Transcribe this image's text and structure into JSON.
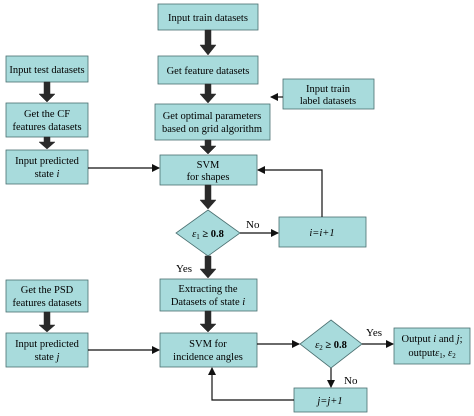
{
  "nodes": {
    "input_train": "Input train datasets",
    "get_feature": "Get feature datasets",
    "input_label": [
      "Input train",
      "label datasets"
    ],
    "input_test": "Input test datasets",
    "get_cf": [
      "Get the CF",
      "features datasets"
    ],
    "get_optimal": [
      "Get optimal parameters",
      "based on grid algorithm"
    ],
    "input_pred_i": "Input predicted",
    "input_pred_i_var": "state ",
    "input_pred_i_sym": "i",
    "svm_shapes": [
      "SVM",
      "for shapes"
    ],
    "cond1_sym": "ε",
    "cond1_sub": "1",
    "cond1_rest": " ≥ 0.8",
    "incr_i": "i=i+1",
    "get_psd": [
      "Get the PSD",
      "features datasets"
    ],
    "extract": [
      "Extracting the",
      "Datasets of state "
    ],
    "extract_sym": "i",
    "input_pred_j": "Input predicted",
    "input_pred_j_var": "state ",
    "input_pred_j_sym": "j",
    "svm_angles": [
      "SVM for",
      "incidence angles"
    ],
    "cond2_sym": "ε",
    "cond2_sub": "2",
    "cond2_rest": " ≥ 0.8",
    "incr_j": "j=j+1",
    "output": [
      "Output ",
      "i",
      " and ",
      "j",
      ";"
    ],
    "output2": [
      "output",
      "ε",
      "1",
      ",  ",
      "ε",
      "2"
    ]
  },
  "edges": {
    "no1": "No",
    "yes1": "Yes",
    "yes2": "Yes",
    "no2": "No"
  },
  "colors": {
    "box_fill": "#a8dbdc",
    "box_stroke": "#4a6f70",
    "arrow": "#111111"
  }
}
